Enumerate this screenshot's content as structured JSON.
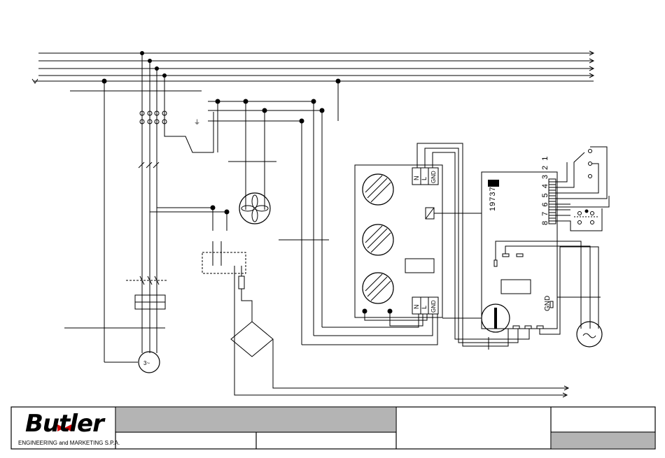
{
  "diagram": {
    "controller_code": "19737",
    "terminal_numbers": "8 7 6 5 4 3 2 1",
    "plug_top_labels": [
      "N",
      "L",
      "GND"
    ],
    "plug_bottom_labels": [
      "N",
      "L",
      "GND"
    ],
    "gnd_label": "GND",
    "motor_label": "3~"
  },
  "title_block": {
    "company_logo": "Butler",
    "company_subtitle": "ENGINEERING and MARKETING S.P.A.",
    "header_fill": "#b4b4b4",
    "revision_fill": "#b4b4b4"
  }
}
